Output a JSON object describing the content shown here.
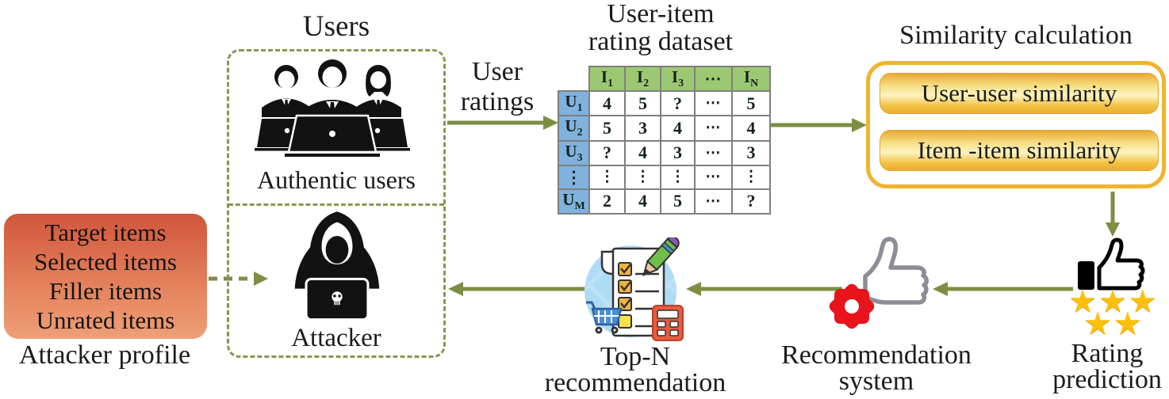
{
  "users": {
    "title": "Users",
    "authentic_label": "Authentic users",
    "attacker_label": "Attacker"
  },
  "user_ratings": {
    "line1": "User",
    "line2": "ratings"
  },
  "dataset": {
    "title_line1": "User-item",
    "title_line2": "rating dataset"
  },
  "table": {
    "columns": [
      {
        "base": "I",
        "sub": "1"
      },
      {
        "base": "I",
        "sub": "2"
      },
      {
        "base": "I",
        "sub": "3"
      },
      {
        "base": "⋯",
        "sub": ""
      },
      {
        "base": "I",
        "sub": "N"
      }
    ],
    "rows": [
      {
        "label": {
          "base": "U",
          "sub": "1"
        },
        "cells": [
          "4",
          "5",
          "?",
          "⋯",
          "5"
        ]
      },
      {
        "label": {
          "base": "U",
          "sub": "2"
        },
        "cells": [
          "5",
          "3",
          "4",
          "⋯",
          "4"
        ]
      },
      {
        "label": {
          "base": "U",
          "sub": "3"
        },
        "cells": [
          "?",
          "4",
          "3",
          "⋯",
          "3"
        ]
      },
      {
        "label": {
          "base": "⋮",
          "sub": ""
        },
        "cells": [
          "⋮",
          "⋮",
          "⋮",
          "⋯",
          "⋮"
        ]
      },
      {
        "label": {
          "base": "U",
          "sub": "M"
        },
        "cells": [
          "2",
          "4",
          "5",
          "⋯",
          "?"
        ]
      }
    ]
  },
  "similarity": {
    "title": "Similarity calculation",
    "buttons": [
      "User-user similarity",
      "Item -item similarity"
    ]
  },
  "profile": {
    "items": [
      "Target items",
      "Selected items",
      "Filler items",
      "Unrated items"
    ],
    "caption": "Attacker profile"
  },
  "flow_labels": {
    "top_n": {
      "line1": "Top-N",
      "line2": "recommendation"
    },
    "rec_system": {
      "line1": "Recommendation",
      "line2": "system"
    },
    "rating": {
      "line1": "Rating",
      "line2": "prediction"
    }
  },
  "rating": {
    "stars_row1": "★★★",
    "stars_row2": "★★",
    "stars_count": 5
  },
  "icons": {
    "authentic_users": "three-users-with-laptops-icon",
    "attacker": "hooded-hacker-laptop-icon",
    "top_n": "checklist-cart-calculator-pencil-icon",
    "rec_system": "thumb-up-with-gear-icon",
    "rating": "thumb-up-with-stars-icon"
  },
  "colors": {
    "arrow_olive": "#7d8e44",
    "dashed_olive": "#8a9550",
    "gold_border": "#f0b42c",
    "button_gradient_top": "#e8a930",
    "button_gradient_mid": "#fdf3c0",
    "button_gradient_bottom": "#e9ad33",
    "table_header_green": "#9dc873",
    "table_user_blue": "#7fb2de",
    "table_border_gray": "#7f7f7f",
    "profile_gradient_top": "#d1563b",
    "profile_gradient_bottom": "#ee9f78",
    "star_gold": "#fdc10d",
    "gear_red": "#e8131b",
    "thumb_gray": "#8d8d97",
    "topn_circle_blue": "#aedcf4"
  }
}
